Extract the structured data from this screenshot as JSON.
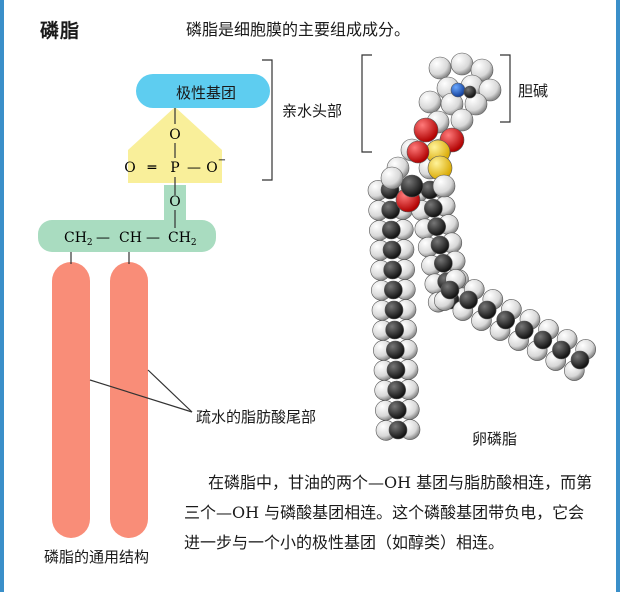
{
  "header": {
    "title": "磷脂",
    "caption": "磷脂是细胞膜的主要组成成分。"
  },
  "structure": {
    "polar_group": "极性基团",
    "hydrophilic_head": "亲水头部",
    "hydrophobic_tail": "疏水的脂肪酸尾部",
    "general_structure": "磷脂的通用结构",
    "phosphate": {
      "o_top": "O",
      "o_left": "O",
      "eq": "═",
      "p": "P",
      "dash": "—",
      "o_right": "O",
      "minus": "−",
      "o_bottom": "O"
    },
    "glycerol": {
      "ch2_left": "CH",
      "sub_left": "2",
      "ch": "CH",
      "ch2_right": "CH",
      "sub_right": "2",
      "dash": "—"
    }
  },
  "model": {
    "choline": "胆碱",
    "lecithin": "卵磷脂"
  },
  "paragraph": "在磷脂中，甘油的两个—OH 基团与脂肪酸相连，而第三个—OH 与磷酸基团相连。这个磷酸基团带负电，它会进一步与一个小的极性基团（如醇类）相连。",
  "colors": {
    "polar_group": "#5ecdf0",
    "phosphate": "#f9ef9a",
    "glycerol": "#a9dcc0",
    "tails": "#f98d78",
    "frame": "#3a8fc9"
  }
}
